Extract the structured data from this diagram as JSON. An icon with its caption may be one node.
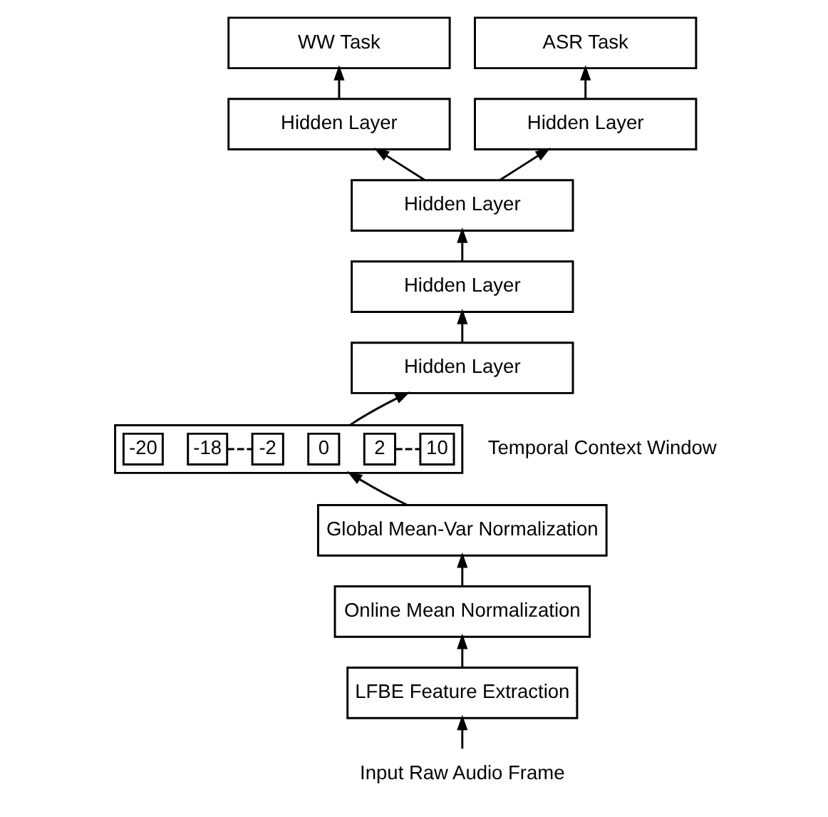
{
  "diagram": {
    "nodes": [
      {
        "text": [
          "WW Task"
        ]
      },
      {
        "text": [
          "ASR Task"
        ]
      },
      {
        "text": [
          "Hidden Layer"
        ]
      },
      {
        "text": [
          "Hidden Layer"
        ]
      },
      {
        "text": [
          "Hidden Layer"
        ]
      },
      {
        "text": [
          "Hidden Layer"
        ]
      },
      {
        "text": [
          "Hidden Layer"
        ]
      },
      {
        "text": [],
        "shape": "box",
        "beside": [
          "Temporal Context Window"
        ]
      },
      {
        "text": [
          "-20"
        ],
        "in": 7
      },
      {
        "text": [
          "-18"
        ],
        "in": 7
      },
      {
        "text": [
          "-2"
        ],
        "in": 7
      },
      {
        "text": [
          "0"
        ],
        "in": 7
      },
      {
        "text": [
          "2"
        ],
        "in": 7
      },
      {
        "text": [
          "10"
        ],
        "in": 7
      },
      {
        "text": [
          "Global Mean-Var Normalization"
        ]
      },
      {
        "text": [
          "Online Mean Normalization"
        ]
      },
      {
        "text": [
          "LFBE Feature Extraction"
        ]
      },
      {
        "text": [
          "Input Raw Audio Frame"
        ]
      }
    ],
    "edges": [
      {
        "from": 17,
        "to": 16,
        "arrow": "to"
      },
      {
        "from": 16,
        "to": 15,
        "arrow": "to"
      },
      {
        "from": 15,
        "to": 14,
        "arrow": "to"
      },
      {
        "from": 14,
        "to": 7,
        "arrow": "to"
      },
      {
        "from": 7,
        "to": 6,
        "arrow": "to"
      },
      {
        "from": 6,
        "to": 5,
        "arrow": "to"
      },
      {
        "from": 5,
        "to": 4,
        "arrow": "to"
      },
      {
        "from": 4,
        "to": 2,
        "arrow": "to"
      },
      {
        "from": 4,
        "to": 3,
        "arrow": "to"
      },
      {
        "from": 2,
        "to": 0,
        "arrow": "to"
      },
      {
        "from": 3,
        "to": 1,
        "arrow": "to"
      },
      {
        "from": 9,
        "to": 10,
        "arrow": "none",
        "style": "dashed"
      },
      {
        "from": 12,
        "to": 13,
        "arrow": "none",
        "style": "dashed"
      }
    ]
  }
}
